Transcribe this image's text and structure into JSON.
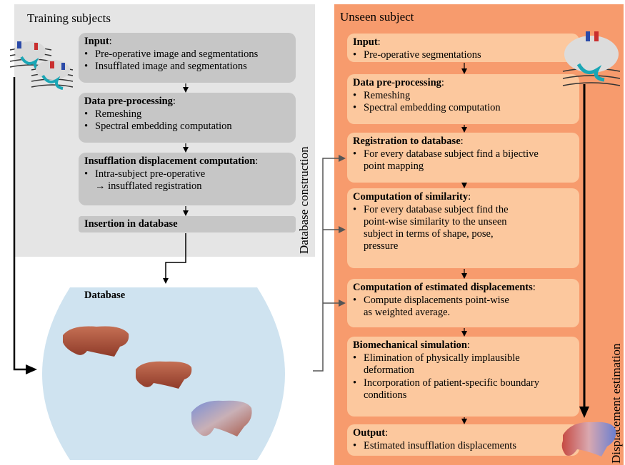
{
  "training": {
    "title": "Training subjects",
    "side_label": "Database construction",
    "input": {
      "heading": "Input",
      "items": [
        "Pre-operative image and segmentations",
        "Insufflated image and segmentations"
      ]
    },
    "preprocessing": {
      "heading": "Data pre-processing",
      "items": [
        "Remeshing",
        "Spectral embedding computation"
      ]
    },
    "displacement": {
      "heading": "Insufflation displacement computation",
      "item": "Intra-subject pre-operative",
      "item_cont": "→ insufflated registration"
    },
    "insertion": {
      "heading": "Insertion in database"
    }
  },
  "database": {
    "label": "Database"
  },
  "unseen": {
    "title": "Unseen subject",
    "side_label": "Displacement estimation",
    "input": {
      "heading": "Input",
      "items": [
        "Pre-operative segmentations"
      ]
    },
    "preprocessing": {
      "heading": "Data pre-processing",
      "items": [
        "Remeshing",
        "Spectral embedding computation"
      ]
    },
    "registration": {
      "heading": "Registration to database",
      "item": "For every database subject find a bijective",
      "item_cont": "point mapping"
    },
    "similarity": {
      "heading": "Computation of similarity",
      "item": "For every database subject find the",
      "cont": [
        "point-wise similarity to the unseen",
        "subject in terms of shape, pose,",
        "pressure"
      ]
    },
    "estimated": {
      "heading": "Computation of estimated displacements",
      "item": "Compute displacements point-wise",
      "item_cont": "as weighted average."
    },
    "biomech": {
      "heading": "Biomechanical simulation",
      "items": [
        {
          "line1": "Elimination of physically implausible",
          "line2": "deformation"
        },
        {
          "line1": "Incorporation of patient-specific boundary",
          "line2": "conditions"
        }
      ]
    },
    "output": {
      "heading": "Output",
      "items": [
        "Estimated insufflation displacements"
      ]
    }
  },
  "colors": {
    "training_panel": "#e5e5e5",
    "training_box": "#c6c6c6",
    "unseen_panel": "#f79b6d",
    "unseen_box": "#fcc89e",
    "database_fill": "#cfe3f0"
  },
  "icons": [
    "rib-cage-liver-icon",
    "liver-mesh-icon",
    "liver-displacement-icon"
  ]
}
